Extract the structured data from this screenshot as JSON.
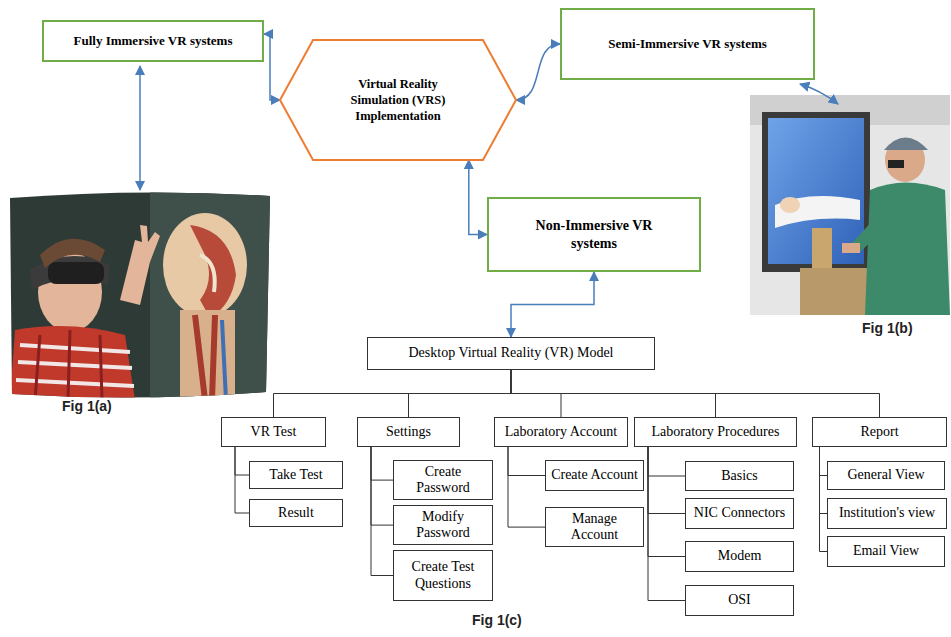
{
  "diagram": {
    "nodes": [
      {
        "text": [
          "Fully Immersive VR systems"
        ]
      },
      {
        "text": [
          "Virtual Reality Simulation (VRS) Implementation"
        ]
      },
      {
        "text": [
          "Semi-Immersive VR systems"
        ]
      },
      {
        "text": [
          "Non-Immersive VR systems"
        ]
      },
      {
        "text": [
          "Desktop Virtual Reality (VR) Model"
        ]
      },
      {
        "text": [
          "VR Test"
        ]
      },
      {
        "text": [
          "Take Test"
        ]
      },
      {
        "text": [
          "Result"
        ]
      },
      {
        "text": [
          "Settings"
        ]
      },
      {
        "text": [
          "Create Password"
        ]
      },
      {
        "text": [
          "Modify Password"
        ]
      },
      {
        "text": [
          "Create Test Questions"
        ]
      },
      {
        "text": [
          "Laboratory Account"
        ]
      },
      {
        "text": [
          "Create Account"
        ]
      },
      {
        "text": [
          "Manage Account"
        ]
      },
      {
        "text": [
          "Laboratory Procedures"
        ]
      },
      {
        "text": [
          "Basics"
        ]
      },
      {
        "text": [
          "NIC Connectors"
        ]
      },
      {
        "text": [
          "Modem"
        ]
      },
      {
        "text": [
          "OSI"
        ]
      },
      {
        "text": [
          "Report"
        ]
      },
      {
        "text": [
          "General View"
        ]
      },
      {
        "text": [
          "Institution's view"
        ]
      },
      {
        "text": [
          "Email View"
        ]
      }
    ],
    "edges": [
      {
        "from": 0,
        "to": 1,
        "arrow": "both"
      },
      {
        "from": 1,
        "to": 2,
        "arrow": "both"
      },
      {
        "from": 1,
        "to": 3,
        "arrow": "both"
      },
      {
        "from": 3,
        "to": 4,
        "arrow": "both"
      },
      {
        "from": 4,
        "to": 5,
        "arrow": "none"
      },
      {
        "from": 4,
        "to": 8,
        "arrow": "none"
      },
      {
        "from": 4,
        "to": 12,
        "arrow": "none"
      },
      {
        "from": 4,
        "to": 15,
        "arrow": "none"
      },
      {
        "from": 4,
        "to": 20,
        "arrow": "none"
      },
      {
        "from": 5,
        "to": 6,
        "arrow": "none"
      },
      {
        "from": 5,
        "to": 7,
        "arrow": "none"
      },
      {
        "from": 8,
        "to": 9,
        "arrow": "none"
      },
      {
        "from": 8,
        "to": 10,
        "arrow": "none"
      },
      {
        "from": 8,
        "to": 11,
        "arrow": "none"
      },
      {
        "from": 12,
        "to": 13,
        "arrow": "none"
      },
      {
        "from": 12,
        "to": 14,
        "arrow": "none"
      },
      {
        "from": 15,
        "to": 16,
        "arrow": "none"
      },
      {
        "from": 15,
        "to": 17,
        "arrow": "none"
      },
      {
        "from": 15,
        "to": 18,
        "arrow": "none"
      },
      {
        "from": 15,
        "to": 19,
        "arrow": "none"
      },
      {
        "from": 20,
        "to": 21,
        "arrow": "none"
      },
      {
        "from": 20,
        "to": 22,
        "arrow": "none"
      },
      {
        "from": 20,
        "to": 23,
        "arrow": "none"
      }
    ],
    "labels": [
      "Fig 1(a)",
      "Fig 1(b)",
      "Fig 1(c)"
    ]
  }
}
